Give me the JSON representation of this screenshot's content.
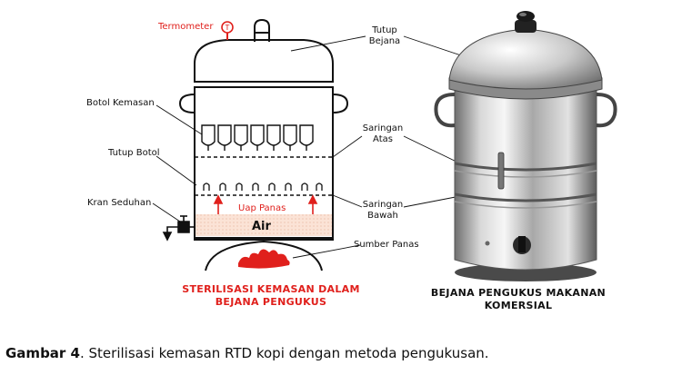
{
  "diagram": {
    "labels": {
      "termometer": "Termometer",
      "tutup_bejana": "Tutup\nBejana",
      "botol_kemasan": "Botol Kemasan",
      "saringan_atas": "Saringan\nAtas",
      "tutup_botol": "Tutup Botol",
      "kran_seduhan": "Kran Seduhan",
      "uap_panas": "Uap Panas",
      "air": "Air",
      "saringan_bawah": "Saringan\nBawah",
      "sumber_panas": "Sumber Panas"
    },
    "caption_left": "STERILISASI KEMASAN DALAM\nBEJANA PENGUKUS",
    "caption_right": "BEJANA PENGUKUS MAKANAN\nKOMERSIAL",
    "accent_color": "#e0201c"
  },
  "figure_caption": {
    "bold": "Gambar 4",
    "text": ". Sterilisasi kemasan RTD kopi dengan metoda pengukusan."
  }
}
